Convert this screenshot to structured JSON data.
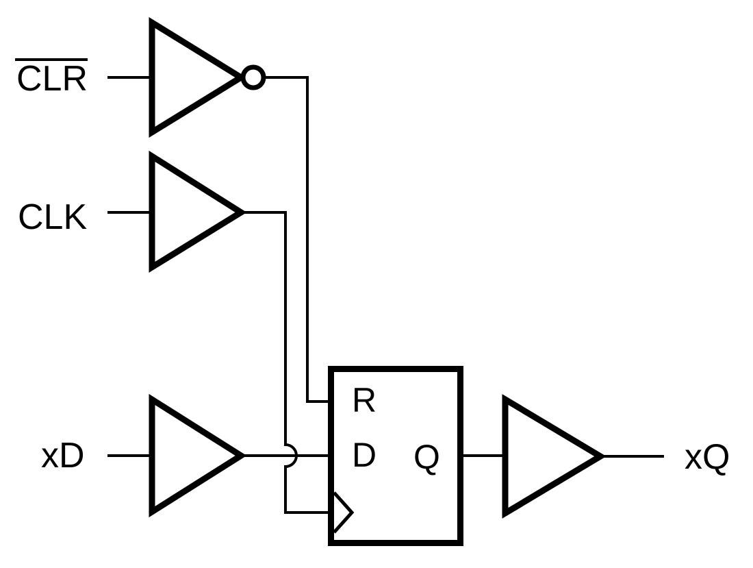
{
  "diagram": {
    "type": "logic-circuit-schematic",
    "description": "D flip-flop with asynchronous reset, input buffers on CLR/CLK/xD and an output buffer driving xQ",
    "background_color": "#ffffff",
    "stroke_color": "#000000",
    "inputs": {
      "clr_label": "CLR",
      "clr_active_low": true,
      "clk_label": "CLK",
      "xd_label": "xD"
    },
    "outputs": {
      "xq_label": "xQ"
    },
    "flip_flop": {
      "reset_port_label": "R",
      "data_port_label": "D",
      "output_port_label": "Q",
      "clock_port_symbol": "edge-triggered-chevron"
    },
    "gates": {
      "clr_gate": "inverter",
      "clk_gate": "buffer",
      "xd_gate": "buffer",
      "output_gate": "buffer"
    },
    "wire_crossing": "clk-line-hops-over-xd-line"
  }
}
